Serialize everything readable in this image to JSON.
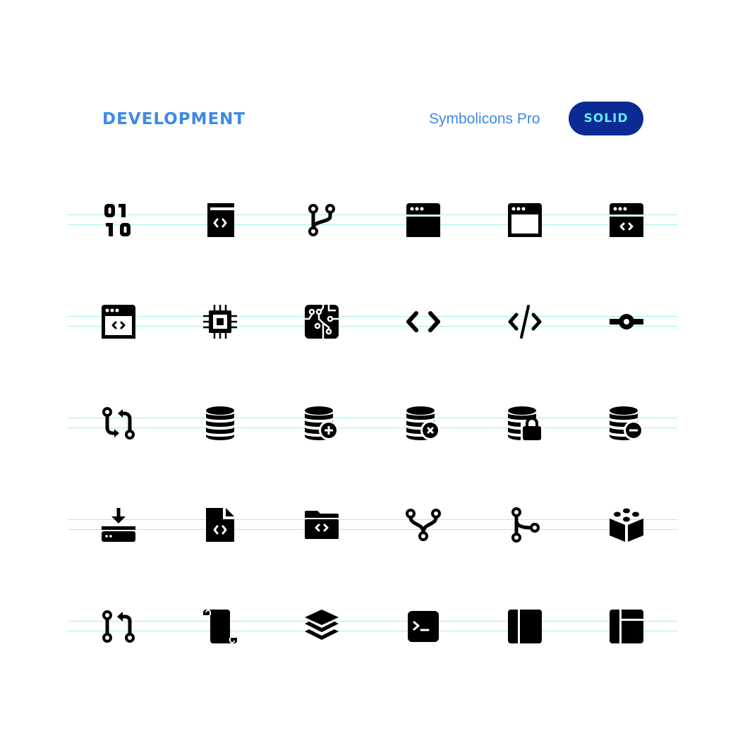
{
  "header": {
    "title": "DEVELOPMENT",
    "brand": "Symbolicons Pro",
    "badge": "SOLID"
  },
  "colors": {
    "title": "#3d8ae6",
    "badge_bg": "#0b2a94",
    "badge_text": "#5fe9f6",
    "icon": "#000000",
    "guide": "#9ff2ee"
  },
  "icons": [
    [
      "binary-icon",
      "code-book-icon",
      "git-branch-icon",
      "browser-window-icon",
      "browser-window-outline-icon",
      "browser-code-icon"
    ],
    [
      "browser-code-outline-icon",
      "cpu-chip-icon",
      "circuit-board-icon",
      "code-brackets-icon",
      "code-slash-icon",
      "git-commit-icon"
    ],
    [
      "git-compare-icon",
      "database-icon",
      "database-add-icon",
      "database-remove-icon",
      "database-lock-icon",
      "database-minus-icon"
    ],
    [
      "install-icon",
      "code-file-icon",
      "code-folder-icon",
      "git-fork-icon",
      "git-merge-icon",
      "package-box-icon"
    ],
    [
      "git-pull-request-icon",
      "script-scroll-icon",
      "layers-icon",
      "terminal-icon",
      "sidebar-layout-icon",
      "grid-layout-icon"
    ]
  ]
}
